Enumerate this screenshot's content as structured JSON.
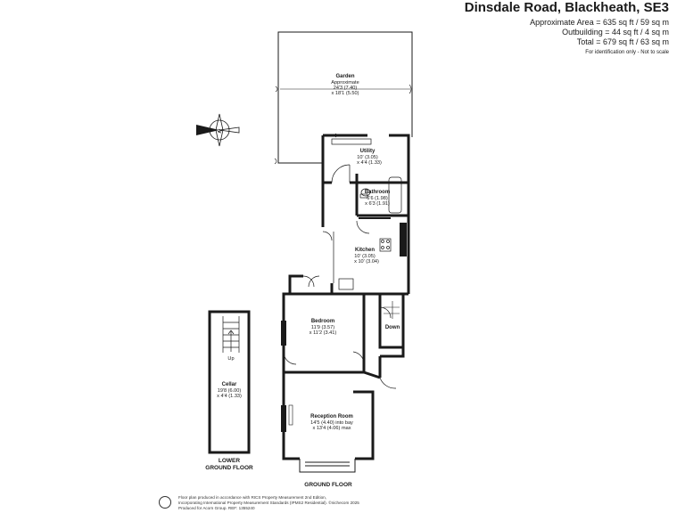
{
  "title": "Dinsdale Road, Blackheath, SE3",
  "areas": {
    "approximate": "Approximate Area = 635 sq ft / 59 sq m",
    "outbuilding": "Outbuilding = 44 sq ft / 4 sq m",
    "total": "Total = 679 sq ft / 63 sq m",
    "note": "For identification only - Not to scale"
  },
  "rooms": {
    "garden": {
      "name": "Garden",
      "line1": "Approximate",
      "line2": "24'3 (7.40)",
      "line3": "x 18'1 (5.50)"
    },
    "utility": {
      "name": "Utility",
      "line1": "10' (3.05)",
      "line2": "x 4'4 (1.33)"
    },
    "bathroom": {
      "name": "Bathroom",
      "line1": "6'6 (1.98)",
      "line2": "x 6'3 (1.91)"
    },
    "kitchen": {
      "name": "Kitchen",
      "line1": "10' (3.05)",
      "line2": "x 10' (3.04)"
    },
    "bedroom": {
      "name": "Bedroom",
      "line1": "11'9 (3.57)",
      "line2": "x 11'2 (3.41)"
    },
    "reception": {
      "name": "Reception Room",
      "line1": "14'5 (4.40) into bay",
      "line2": "x 13'4 (4.06) max"
    },
    "cellar": {
      "name": "Cellar",
      "line1": "19'8 (6.00)",
      "line2": "x 4'4 (1.33)"
    }
  },
  "stairs": {
    "down": "Down",
    "up": "Up"
  },
  "compass": {
    "letter": "N"
  },
  "floors": {
    "lower_line1": "LOWER",
    "lower_line2": "GROUND FLOOR",
    "ground": "GROUND FLOOR"
  },
  "footer": {
    "line1": "Floor plan produced in accordance with RICS Property Measurement 2nd Edition,",
    "line2": "Incorporating International Property Measurement Standards (IPMS2 Residential). ©nichecom 2025",
    "line3": "Produced for Acorn Group.   REF: 1355240"
  },
  "colors": {
    "wall": "#1a1a1a",
    "background": "#ffffff",
    "text": "#1a1a1a"
  }
}
